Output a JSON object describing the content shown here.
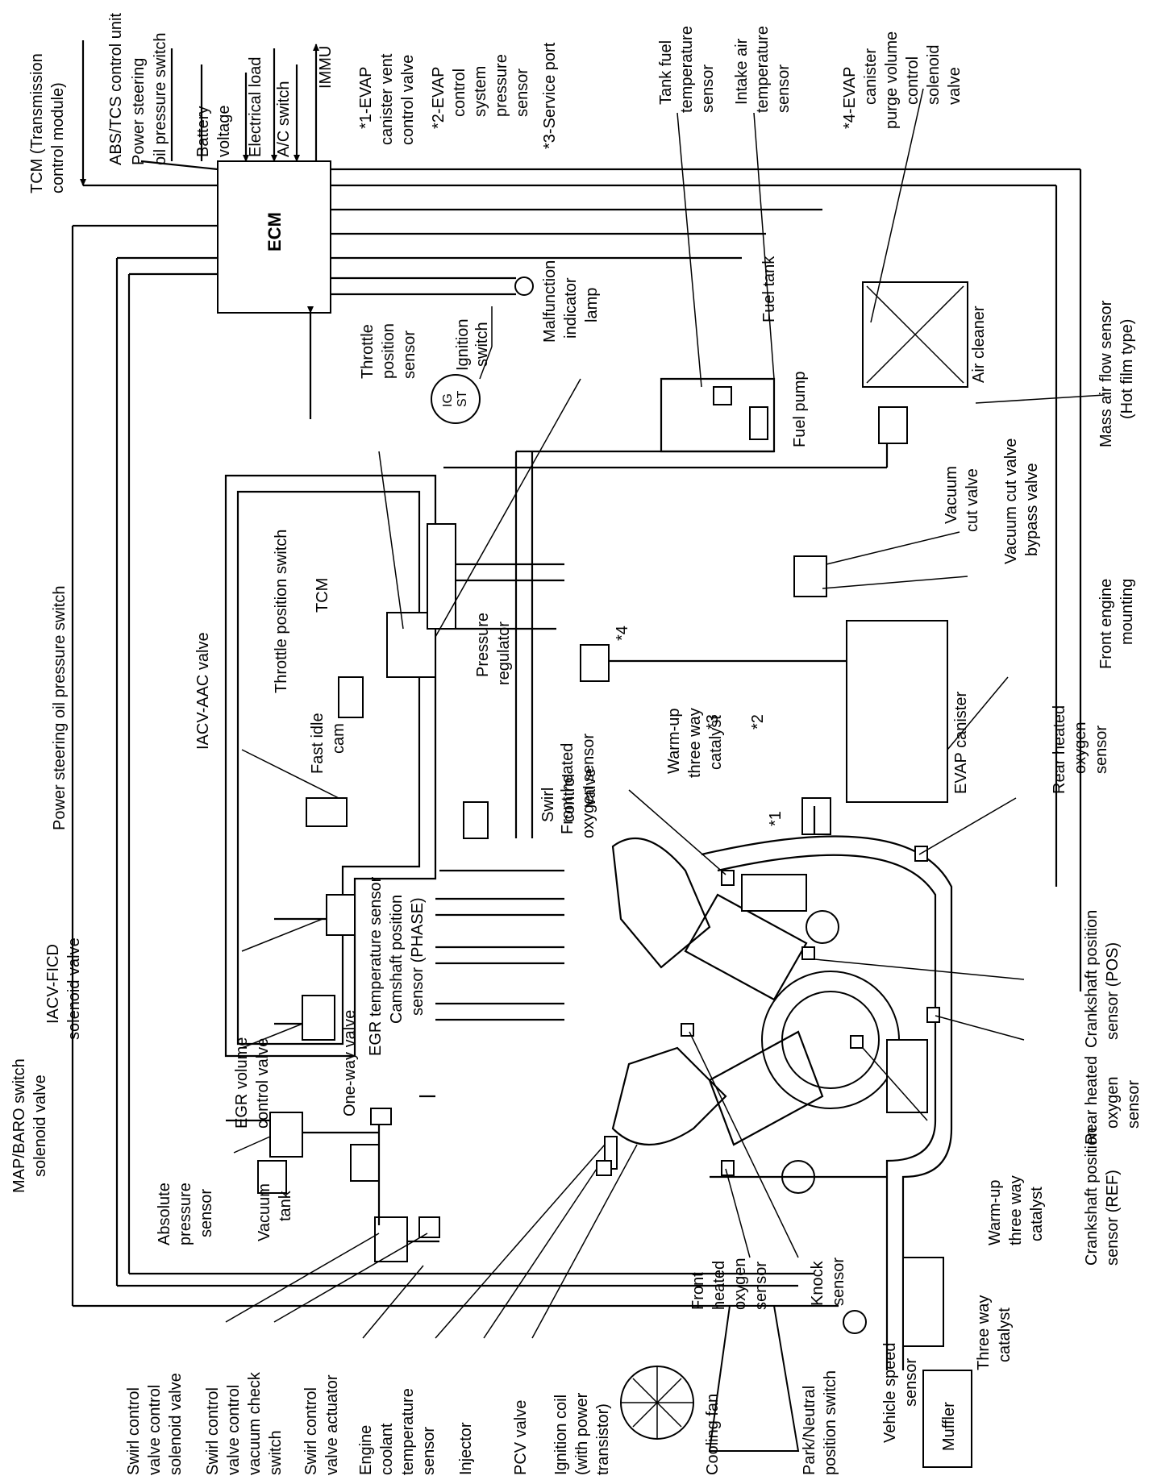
{
  "labels": {
    "tcm_l1": "TCM (Transmission",
    "tcm_l2": "control module)",
    "abs_tcs": "ABS/TCS control unit",
    "ps_l1": "Power steering",
    "ps_l2": "oil pressure switch",
    "battery_l1": "Battery",
    "battery_l2": "voltage",
    "electrical_load": "Electrical load",
    "ac_switch": "A/C switch",
    "immu": "IMMU",
    "evap1_l1": "*1-EVAP",
    "evap1_l2": "canister vent",
    "evap1_l3": "control valve",
    "evap2_l1": "*2-EVAP",
    "evap2_l2": "control",
    "evap2_l3": "system",
    "evap2_l4": "pressure",
    "evap2_l5": "sensor",
    "evap3": "*3-Service port",
    "tank_fuel_l1": "Tank fuel",
    "tank_fuel_l2": "temperature",
    "tank_fuel_l3": "sensor",
    "intake_air_l1": "Intake air",
    "intake_air_l2": "temperature",
    "intake_air_l3": "sensor",
    "evap4_l1": "*4-EVAP",
    "evap4_l2": "canister",
    "evap4_l3": "purge volume",
    "evap4_l4": "control",
    "evap4_l5": "solenoid",
    "evap4_l6": "valve",
    "ecm": "ECM",
    "mil_l1": "Malfunction",
    "mil_l2": "indicator",
    "mil_l3": "lamp",
    "ignition_l1": "Ignition",
    "ignition_l2": "switch",
    "ig_ig": "IG",
    "ig_st": "ST",
    "tps_l1": "Throttle",
    "tps_l2": "position",
    "tps_l3": "sensor",
    "fuel_tank": "Fuel tank",
    "fuel_pump": "Fuel pump",
    "air_cleaner": "Air cleaner",
    "maf_l1": "Mass air flow sensor",
    "maf_l2": "(Hot film type)",
    "ps_oil_switch_long": "Power steering oil pressure switch",
    "throttle_switch": "Throttle position switch",
    "tcm_short": "TCM",
    "pressure_reg_l1": "Pressure",
    "pressure_reg_l2": "regulator",
    "star4": "*4",
    "vcut_l1": "Vacuum",
    "vcut_l2": "cut valve",
    "vcut_bypass_l1": "Vacuum cut valve",
    "vcut_bypass_l2": "bypass valve",
    "star3": "*3",
    "star2": "*2",
    "star1": "*1",
    "evap_canister": "EVAP canister",
    "front_mount_l1": "Front engine",
    "front_mount_l2": "mounting",
    "iacv_aac": "IACV-AAC valve",
    "fast_idle_l1": "Fast idle",
    "fast_idle_l2": "cam",
    "fho2_l1": "Front heated",
    "fho2_l2": "oxygen sensor",
    "warmup_l1": "Warm-up",
    "warmup_l2": "three way",
    "warmup_l3": "catalyst",
    "rho2_top_l1": "Rear heated",
    "rho2_top_l2": "oxygen",
    "rho2_top_l3": "sensor",
    "swirl_cv_l1": "Swirl",
    "swirl_cv_l2": "control",
    "swirl_cv_l3": "valve",
    "egr_temp": "EGR temperature sensor",
    "cam_l1": "Camshaft position",
    "cam_l2": "sensor (PHASE)",
    "iacv_ficd_l1": "IACV-FICD",
    "iacv_ficd_l2": "solenoid valve",
    "egr_vol_l1": "EGR volume",
    "egr_vol_l2": "control valve",
    "one_way": "One-way valve",
    "crank_pos_l1": "Crankshaft position",
    "crank_pos_l2": "sensor (POS)",
    "rho2_mid_l1": "Rear heated",
    "rho2_mid_l2": "oxygen",
    "rho2_mid_l3": "sensor",
    "map_l1": "MAP/BARO switch",
    "map_l2": "solenoid valve",
    "abs_press_l1": "Absolute",
    "abs_press_l2": "pressure",
    "abs_press_l3": "sensor",
    "vac_tank_l1": "Vacuum",
    "vac_tank_l2": "tank",
    "crank_ref_l1": "Crankshaft position",
    "crank_ref_l2": "sensor (REF)",
    "warmup2_l1": "Warm-up",
    "warmup2_l2": "three way",
    "warmup2_l3": "catalyst",
    "twc_l1": "Three way",
    "twc_l2": "catalyst",
    "knock_l1": "Knock",
    "knock_l2": "sensor",
    "fho2b_l1": "Front",
    "fho2b_l2": "heated",
    "fho2b_l3": "oxygen",
    "fho2b_l4": "sensor",
    "vss_l1": "Vehicle speed",
    "vss_l2": "sensor",
    "muffler": "Muffler",
    "scv_sol_l1": "Swirl control",
    "scv_sol_l2": "valve control",
    "scv_sol_l3": "solenoid valve",
    "scv_chk_l1": "Swirl control",
    "scv_chk_l2": "valve control",
    "scv_chk_l3": "vacuum check",
    "scv_chk_l4": "switch",
    "scv_act_l1": "Swirl control",
    "scv_act_l2": "valve actuator",
    "ect_l1": "Engine",
    "ect_l2": "coolant",
    "ect_l3": "temperature",
    "ect_l4": "sensor",
    "injector": "Injector",
    "pcv": "PCV valve",
    "coil_l1": "Ignition coil",
    "coil_l2": "(with power",
    "coil_l3": "transistor)",
    "cooling_fan": "Cooling fan",
    "pnp_l1": "Park/Neutral",
    "pnp_l2": "position switch"
  }
}
